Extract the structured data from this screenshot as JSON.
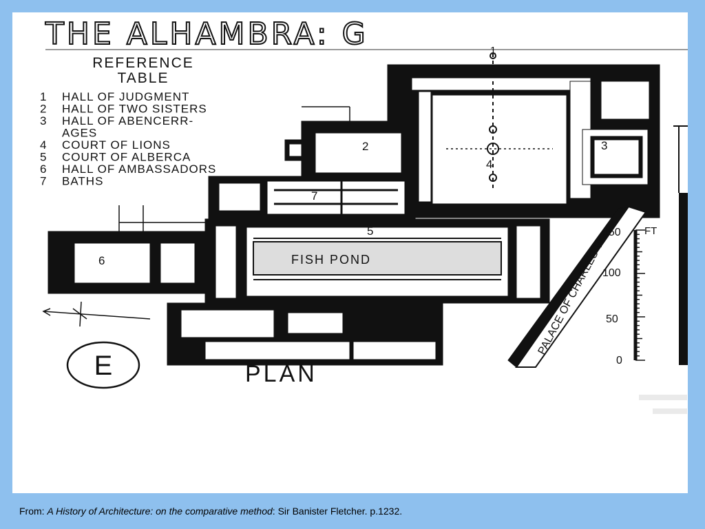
{
  "slide": {
    "background_color": "#8ec0ee",
    "panel_color": "#ffffff"
  },
  "figure": {
    "title": "THE ALHAMBRA: G",
    "reference_heading_line1": "REFERENCE",
    "reference_heading_line2": "TABLE",
    "reference_items": [
      {
        "num": "1",
        "name": "HALL OF JUDGMENT"
      },
      {
        "num": "2",
        "name": "HALL OF TWO SISTERS"
      },
      {
        "num": "3",
        "name": "HALL OF ABENCERR-",
        "cont": "AGES"
      },
      {
        "num": "4",
        "name": "COURT OF LIONS"
      },
      {
        "num": "5",
        "name": "COURT OF ALBERCA"
      },
      {
        "num": "6",
        "name": "HALL OF AMBASSADORS"
      },
      {
        "num": "7",
        "name": "BATHS"
      }
    ],
    "plan_labels": {
      "n1": "1",
      "n2": "2",
      "n3": "3",
      "n4": "4",
      "n5": "5",
      "n6": "6",
      "n7": "7",
      "fish_pond": "FISH POND",
      "palace": "PALACE OF CHARLES V."
    },
    "scale_unit": "FT",
    "scale_ticks": [
      "150",
      "100",
      "50",
      "0"
    ],
    "plate_letter": "E",
    "plate_label": "PLAN"
  },
  "caption": {
    "prefix": "From: ",
    "book_title": "A History of Architecture: on the comparative method",
    "suffix": ": Sir Banister Fletcher. p.1232."
  }
}
